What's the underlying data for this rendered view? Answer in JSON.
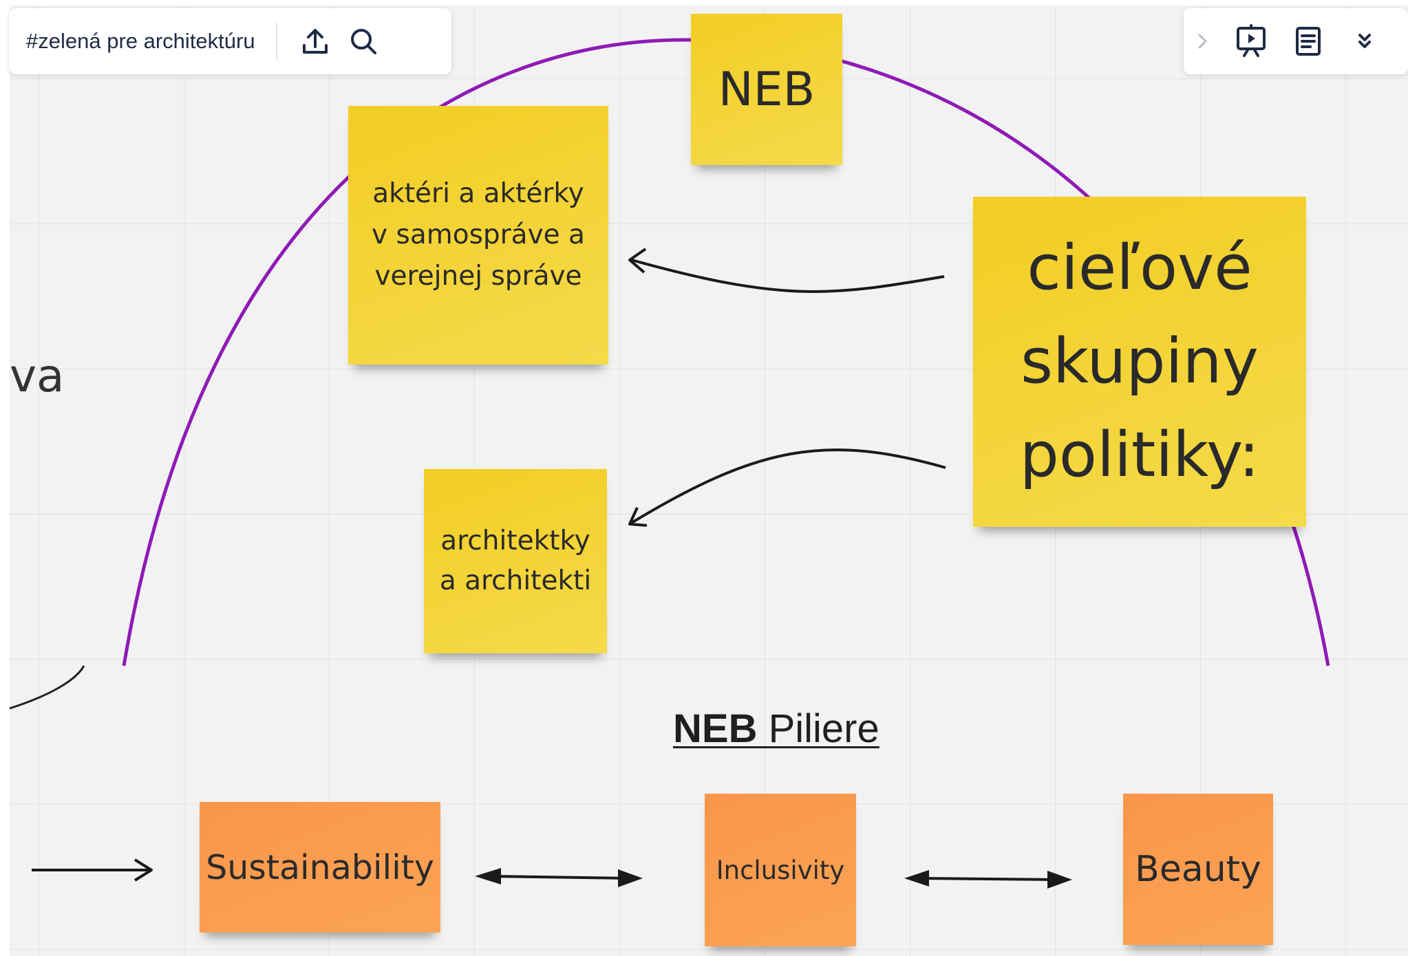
{
  "toolbar": {
    "board_name": "#zelená pre architektúru",
    "left_icons": [
      "upload-icon",
      "search-icon"
    ],
    "right_icons": [
      "chevron-right-icon",
      "presentation-icon",
      "notes-icon",
      "double-chevron-down-icon"
    ]
  },
  "canvas": {
    "partial_text": "va",
    "stickies": {
      "neb": "NEB",
      "aktori": "aktéri a aktérky v samospráve a verejnej správe",
      "architekti": "architektky a architekti",
      "cielove": "cieľové skupiny politiky:",
      "sustainability": "Sustainability",
      "inclusivity": "Inclusivity",
      "beauty": "Beauty"
    },
    "pillars_title_bold": "NEB",
    "pillars_title_rest": " Piliere"
  },
  "colors": {
    "arc": "#8e1bb5",
    "sticky_yellow": "#f3d22d",
    "sticky_orange": "#f99d4e",
    "canvas_bg": "#f2f2f2"
  }
}
